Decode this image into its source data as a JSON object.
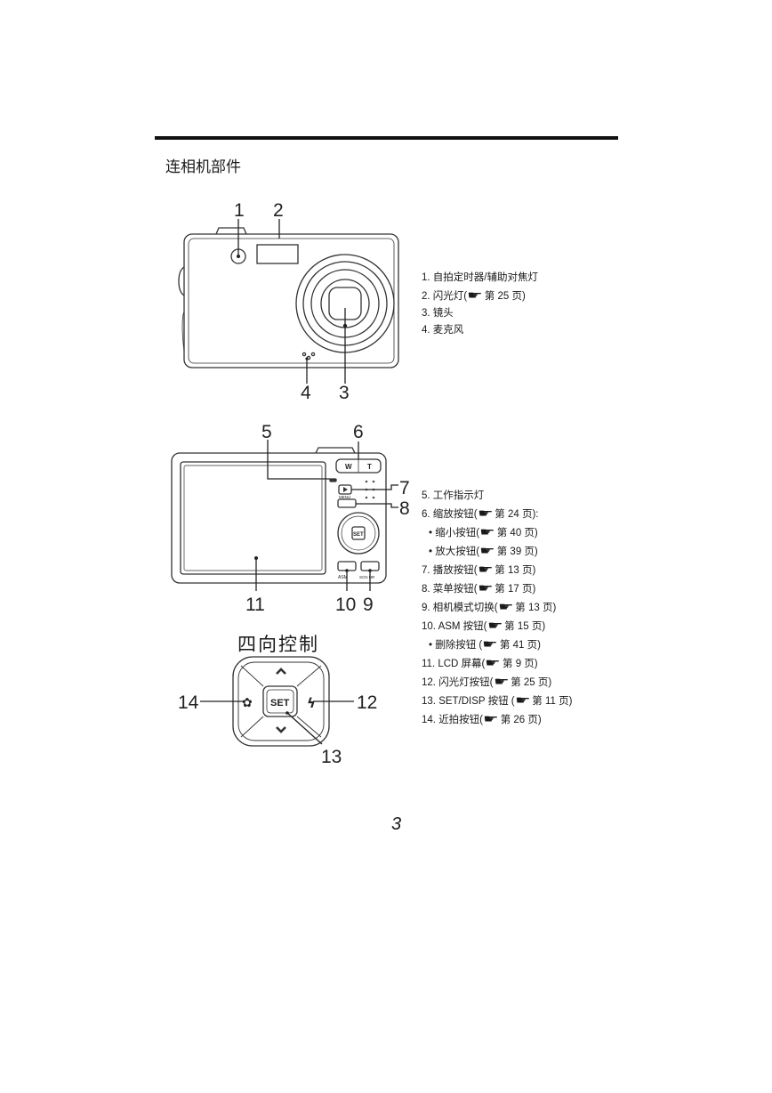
{
  "section_title": "连相机部件",
  "front_callouts": [
    "1",
    "2",
    "3",
    "4"
  ],
  "back_callouts": [
    "5",
    "6",
    "7",
    "8",
    "9",
    "10",
    "11"
  ],
  "dpad_callouts": [
    "12",
    "13",
    "14"
  ],
  "camera_labels": {
    "zoom_w": "W",
    "zoom_t": "T",
    "set": "SET",
    "menu": "MENU",
    "asm": "ASM",
    "scn_mode": "SCN HR"
  },
  "dpad_title": "四向控制",
  "front_legend": [
    {
      "num": "1.",
      "text": "自拍定时器/辅助对焦灯",
      "ref": ""
    },
    {
      "num": "2.",
      "text": "闪光灯(",
      "ref": "第 25 页)"
    },
    {
      "num": "3.",
      "text": "镜头",
      "ref": ""
    },
    {
      "num": "4.",
      "text": "麦克风",
      "ref": ""
    }
  ],
  "back_legend": [
    {
      "num": "5.",
      "text": "工作指示灯",
      "ref": "",
      "sub": false
    },
    {
      "num": "6.",
      "text": "缩放按钮(",
      "ref": "第 24 页):",
      "sub": false
    },
    {
      "num": "•",
      "text": "缩小按钮(",
      "ref": "第 40 页)",
      "sub": true
    },
    {
      "num": "•",
      "text": "放大按钮(",
      "ref": "第 39 页)",
      "sub": true
    },
    {
      "num": "7.",
      "text": "播放按钮(",
      "ref": "第 13 页)",
      "sub": false
    },
    {
      "num": "8.",
      "text": "菜单按钮(",
      "ref": "第 17 页)",
      "sub": false
    },
    {
      "num": "9.",
      "text": "相机模式切换(",
      "ref": "第 13 页)",
      "sub": false
    },
    {
      "num": "10.",
      "text": "ASM 按钮(",
      "ref": "第 15 页)",
      "sub": false
    },
    {
      "num": "•",
      "text": "删除按钮 (",
      "ref": "第 41 页)",
      "sub": true
    },
    {
      "num": "11.",
      "text": "LCD 屏幕(",
      "ref": "第 9 页)",
      "sub": false
    },
    {
      "num": "12.",
      "text": "闪光灯按钮(",
      "ref": "第 25 页)",
      "sub": false
    },
    {
      "num": "13.",
      "text": "SET/DISP 按钮 (",
      "ref": "第 11 页)",
      "sub": false
    },
    {
      "num": "14.",
      "text": "近拍按钮(",
      "ref": "第 26 页)",
      "sub": false
    }
  ],
  "page_number": "3"
}
